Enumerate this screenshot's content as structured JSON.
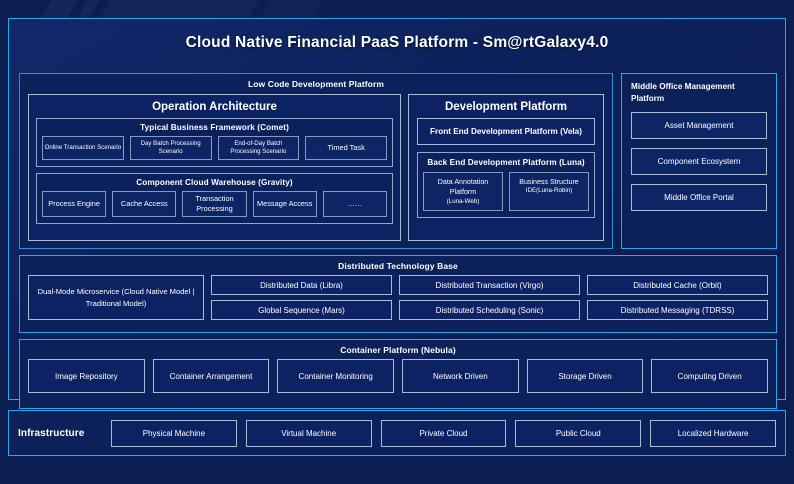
{
  "page": {
    "title": "Cloud Native Financial PaaS Platform - Sm@rtGalaxy4.0"
  },
  "low_code": {
    "title": "Low Code Development Platform",
    "operation_architecture": {
      "title": "Operation Architecture",
      "groups": [
        {
          "title": "Typical Business Framework (Comet)",
          "items": [
            "Online Transaction Scenario",
            "Day Batch Processing Scenario",
            "End-of-Day Batch Processing Scenario",
            "Timed Task"
          ]
        },
        {
          "title": "Component Cloud Warehouse (Gravity)",
          "items": [
            "Process Engine",
            "Cache Access",
            "Transaction Processing",
            "Message Access",
            "……"
          ]
        }
      ]
    },
    "development_platform": {
      "title": "Development Platform",
      "front_end": "Front End Development Platform (Vela)",
      "back_end": {
        "title": "Back End Development Platform (Luna)",
        "items": [
          {
            "name": "Data Annotation Platform",
            "sub": "(Luna-Web)"
          },
          {
            "name": "Business Structure",
            "sub": "IDE(Luna-Robin)"
          }
        ]
      }
    }
  },
  "middle_office": {
    "title": "Middle Office Management Platform",
    "items": [
      "Asset Management",
      "Component Ecosystem",
      "Middle Office Portal"
    ]
  },
  "distributed_technology_base": {
    "title": "Distributed Technology Base",
    "highlight": "Dual-Mode Microservice (Cloud Native Model | Traditional Model)",
    "columns": [
      [
        "Distributed Data (Libra)",
        "Global Sequence (Mars)"
      ],
      [
        "Distributed Transaction (Virgo)",
        "Distributed Scheduling (Sonic)"
      ],
      [
        "Distributed Cache (Orbit)",
        "Distributed Messaging (TDRSS)"
      ]
    ]
  },
  "container_platform": {
    "title": "Container Platform (Nebula)",
    "items": [
      "Image Repository",
      "Container Arrangement",
      "Container Monitoring",
      "Network Driven",
      "Storage Driven",
      "Computing Driven"
    ]
  },
  "infrastructure": {
    "label": "Infrastructure",
    "items": [
      "Physical Machine",
      "Virtual Machine",
      "Private Cloud",
      "Public Cloud",
      "Localized Hardware"
    ]
  },
  "colors": {
    "background": "#0a1e52",
    "accent_border": "#2aa8e8",
    "panel_fill": "#0c2159",
    "box_border": "#a8bcd8",
    "text": "#ffffff"
  }
}
